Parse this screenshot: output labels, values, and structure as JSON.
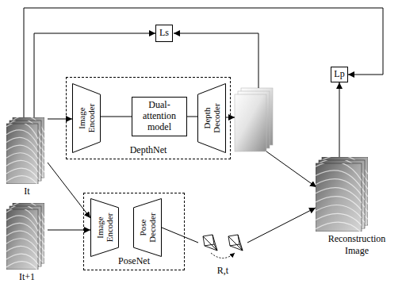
{
  "diagram": {
    "nodes": [
      {
        "text": [
          "Ls"
        ]
      },
      {
        "text": [
          "Lp"
        ]
      },
      {
        "text": [
          "It"
        ]
      },
      {
        "text": [
          "DepthNet"
        ]
      },
      {
        "text": [
          "Image Encoder"
        ],
        "in": 3
      },
      {
        "text": [
          "Dual-attention model"
        ],
        "in": 3
      },
      {
        "text": [
          "Depth Decoder"
        ],
        "in": 3
      },
      {
        "text": [
          "Reconstruction Image"
        ]
      },
      {
        "text": [
          "It+1"
        ]
      },
      {
        "text": [
          "PoseNet"
        ]
      },
      {
        "text": [
          "Image Encoder"
        ],
        "in": 9
      },
      {
        "text": [
          "Pose Decoder"
        ],
        "in": 9
      },
      {
        "text": [
          "R,t"
        ]
      }
    ],
    "edges": [
      {
        "from": 2,
        "to": 4,
        "arrow": "to"
      },
      {
        "from": 2,
        "to": 10,
        "arrow": "to"
      },
      {
        "from": 8,
        "to": 10,
        "arrow": "to"
      },
      {
        "from": 4,
        "to": 5,
        "arrow": "none"
      },
      {
        "from": 5,
        "to": 6,
        "arrow": "none"
      },
      {
        "from": 2,
        "to": 0,
        "arrow": "to"
      },
      {
        "from": 2,
        "to": 1,
        "arrow": "to"
      },
      {
        "from": 7,
        "to": 1,
        "arrow": "to"
      },
      {
        "from": 11,
        "to": 12,
        "arrow": "none"
      },
      {
        "from": 12,
        "to": 7,
        "arrow": "to"
      }
    ]
  }
}
